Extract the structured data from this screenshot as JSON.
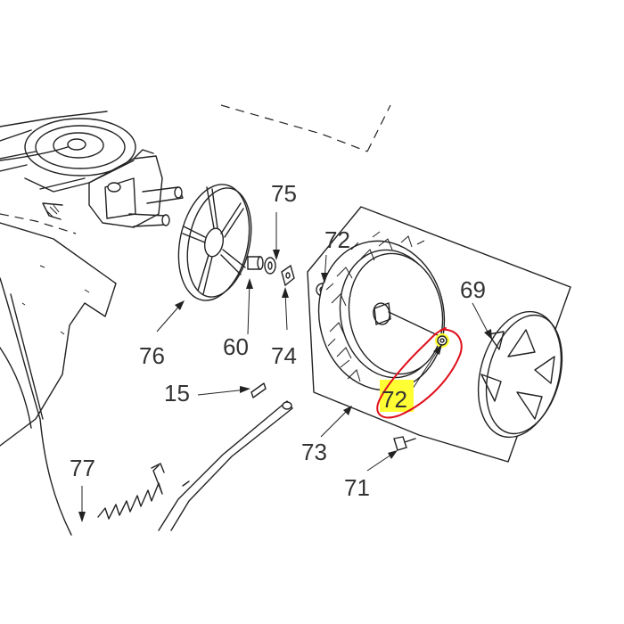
{
  "diagram": {
    "labels": {
      "p75": "75",
      "p72_top": "72",
      "p69": "69",
      "p76": "76",
      "p60": "60",
      "p74": "74",
      "p15": "15",
      "p72_highlight": "72",
      "p73": "73",
      "p77": "77",
      "p71": "71"
    },
    "colors": {
      "line": "#222222",
      "label": "#333333",
      "highlight": "#ffff33",
      "callout_circle": "#e0101c"
    }
  }
}
